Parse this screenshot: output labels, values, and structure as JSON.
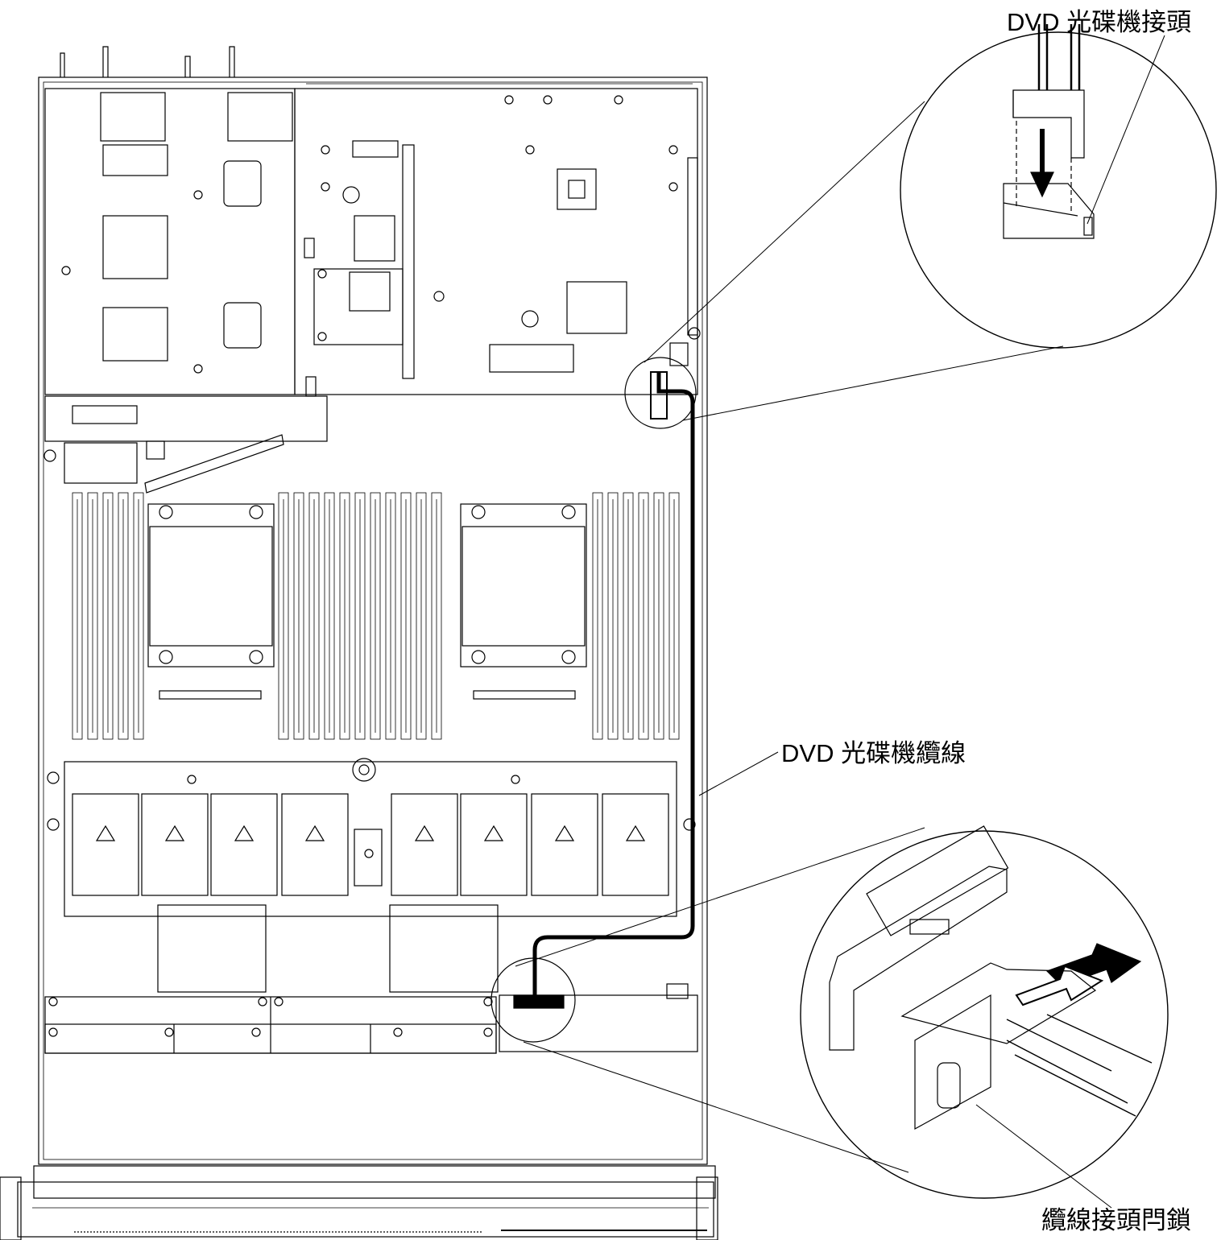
{
  "callouts": {
    "dvd_connector": "DVD 光碟機接頭",
    "dvd_cable": "DVD 光碟機纜線",
    "cable_connector_latch": "纜線接頭閂鎖"
  },
  "colors": {
    "line": "#000000",
    "background": "#ffffff",
    "highlight_cable": "#000000"
  }
}
